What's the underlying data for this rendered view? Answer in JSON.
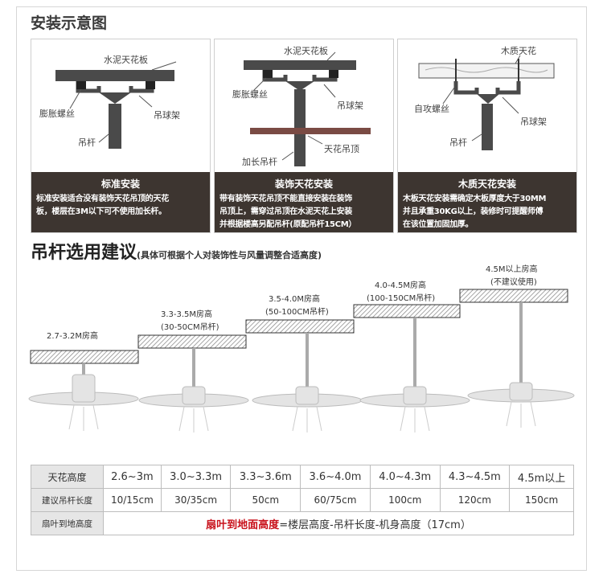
{
  "install": {
    "title": "安装示意图",
    "panels": [
      {
        "labels": [
          "水泥天花板",
          "膨胀螺丝",
          "吊球架",
          "吊杆"
        ],
        "caption_title": "标准安装",
        "caption_lines": [
          "标准安装适合没有装饰天花吊顶的天花",
          "板，楼层在3M以下可不使用加长杆。"
        ]
      },
      {
        "labels": [
          "水泥天花板",
          "膨胀螺丝",
          "吊球架",
          "加长吊杆",
          "天花吊顶"
        ],
        "caption_title": "装饰天花安装",
        "caption_lines": [
          "带有装饰天花吊顶不能直接安装在装饰",
          "吊顶上，需穿过吊顶在水泥天花上安装",
          "并根据楼高另配吊杆(原配吊杆15CM）"
        ]
      },
      {
        "labels": [
          "木质天花",
          "自攻螺丝",
          "吊球架",
          "吊杆"
        ],
        "caption_title": "木质天花安装",
        "caption_lines": [
          "木板天花安装需确定木板厚度大于30MM",
          "并且承重30KG以上，装修时可提醒师傅",
          "在该位置加固加厚。"
        ]
      }
    ]
  },
  "rod": {
    "title": "吊杆选用建议",
    "subtitle": "(具体可根据个人对装饰性与风量调整合适高度)",
    "steps": [
      {
        "label": "2.7-3.2M房高",
        "sub": ""
      },
      {
        "label": "3.3-3.5M房高",
        "sub": "(30-50CM吊杆)"
      },
      {
        "label": "3.5-4.0M房高",
        "sub": "(50-100CM吊杆)"
      },
      {
        "label": "4.0-4.5M房高",
        "sub": "(100-150CM吊杆)"
      },
      {
        "label": "4.5M以上房高",
        "sub": "(不建议使用)"
      }
    ]
  },
  "table": {
    "row1_header": "天花高度",
    "row1": [
      "2.6~3m",
      "3.0~3.3m",
      "3.3~3.6m",
      "3.6~4.0m",
      "4.0~4.3m",
      "4.3~4.5m",
      "4.5m以上"
    ],
    "row2_header": "建议吊杆长度",
    "row2": [
      "10/15cm",
      "30/35cm",
      "50cm",
      "60/75cm",
      "100cm",
      "120cm",
      "150cm"
    ],
    "row3_header": "扇叶到地高度",
    "row3_red": "扇叶到地面高度",
    "row3_rest": "=楼层高度-吊杆长度-机身高度（17cm）"
  },
  "colors": {
    "caption_bg": "#3d3530",
    "highlight": "#c8101a",
    "table_header": "#e6e6e6"
  }
}
